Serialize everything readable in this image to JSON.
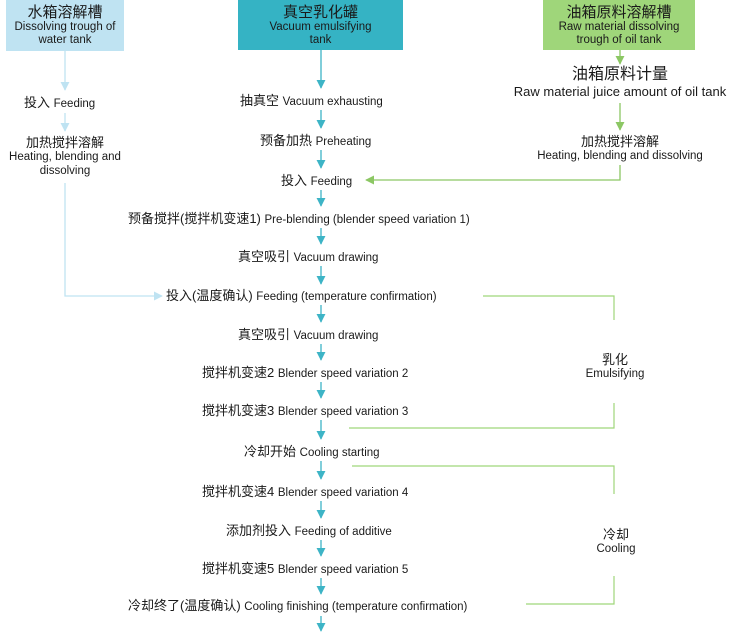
{
  "headers": {
    "water": {
      "zh": "水箱溶解槽",
      "en": "Dissolving trough of water tank",
      "color": "#bfe3f2"
    },
    "vacuum": {
      "zh": "真空乳化罐",
      "en": "Vacuum emulsifying tank",
      "color": "#35b3c4"
    },
    "oil": {
      "zh": "油箱原料溶解槽",
      "en": "Raw material dissolving trough of oil tank",
      "color": "#9fd67a"
    }
  },
  "water_steps": [
    {
      "zh": "投入",
      "en": "Feeding"
    },
    {
      "zh": "加热搅拌溶解",
      "en": "Heating, blending and dissolving"
    }
  ],
  "oil_steps": [
    {
      "zh": "油箱原料计量",
      "en": "Raw material juice amount of oil tank"
    },
    {
      "zh": "加热搅拌溶解",
      "en": "Heating, blending and dissolving"
    }
  ],
  "main_steps": [
    {
      "zh": "抽真空",
      "en": "Vacuum exhausting"
    },
    {
      "zh": "预备加热",
      "en": "Preheating"
    },
    {
      "zh": "投入",
      "en": "Feeding"
    },
    {
      "zh": "预备搅拌(搅拌机变速1)",
      "en": "Pre-blending (blender speed variation 1)"
    },
    {
      "zh": "真空吸引",
      "en": "Vacuum drawing"
    },
    {
      "zh": "投入(温度确认)",
      "en": "Feeding (temperature confirmation)"
    },
    {
      "zh": "真空吸引",
      "en": "Vacuum drawing"
    },
    {
      "zh": "搅拌机变速2",
      "en": "Blender speed variation 2"
    },
    {
      "zh": "搅拌机变速3",
      "en": "Blender speed variation 3"
    },
    {
      "zh": "冷却开始",
      "en": "Cooling starting"
    },
    {
      "zh": "搅拌机变速4",
      "en": "Blender speed variation 4"
    },
    {
      "zh": "添加剂投入",
      "en": "Feeding of additive"
    },
    {
      "zh": "搅拌机变速5",
      "en": "Blender speed variation 5"
    },
    {
      "zh": "冷却终了(温度确认)",
      "en": "Cooling finishing (temperature confirmation)"
    }
  ],
  "phases": {
    "emulsifying": {
      "zh": "乳化",
      "en": "Emulsifying"
    },
    "cooling": {
      "zh": "冷却",
      "en": "Cooling"
    }
  },
  "colors": {
    "main_arrow": "#3db4c6",
    "water_arrow": "#bfe3f2",
    "oil_arrow": "#8cc764",
    "bracket": "#9fd67a"
  }
}
